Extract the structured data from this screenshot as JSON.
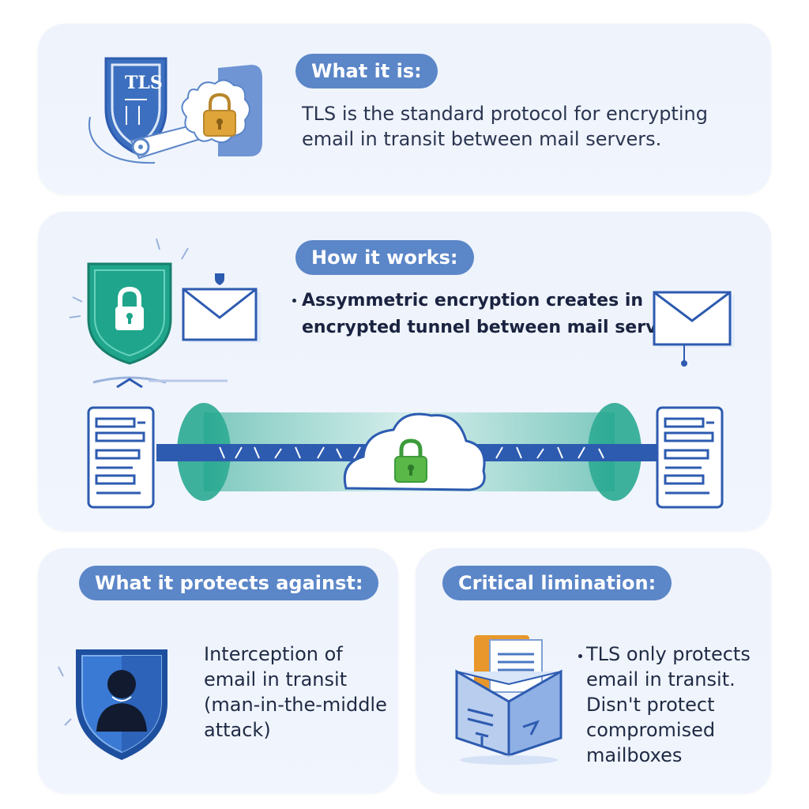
{
  "colors": {
    "card_background": "#eef3fc",
    "pill": "#5b86c8",
    "primary_blue": "#2d5bb0",
    "teal": "#1fa58c",
    "lock_gold": "#e0a53a",
    "lock_green": "#59b847",
    "text": "#1f2a44"
  },
  "what_it_is": {
    "heading": "What it is:",
    "lines": [
      "TLS is the standard protocol for encrypting",
      "email in transit between mail servers."
    ],
    "icon_text": "TLS"
  },
  "how_it_works": {
    "heading": "How it works:",
    "lines": [
      "Assymmetric encryption creates in",
      "encrypted tunnel between mail servers"
    ]
  },
  "protects_against": {
    "heading": "What it protects against:",
    "lines": [
      "Interception of",
      "email in transit",
      "(man-in-the-middle",
      "attack)"
    ]
  },
  "limitation": {
    "heading": "Critical limination:",
    "lines": [
      "TLS only protects",
      "email in transit.",
      "Disn't protect",
      "compromised",
      "mailboxes"
    ]
  },
  "icons": [
    "tls-shield-icon",
    "padlock-icon",
    "green-shield-lock-icon",
    "envelope-icon",
    "mail-server-icon",
    "cloud-lock-icon",
    "hacker-shield-icon",
    "mailbox-icon"
  ]
}
